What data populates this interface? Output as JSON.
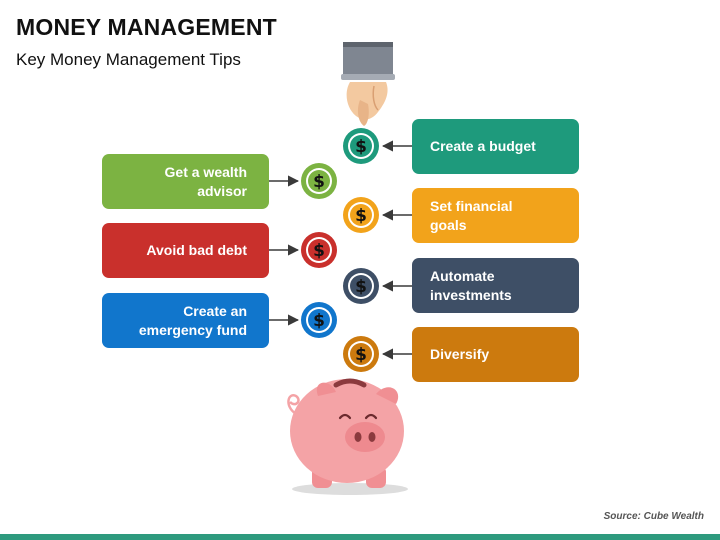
{
  "header": {
    "title": "MONEY MANAGEMENT",
    "subtitle": "Key Money Management Tips"
  },
  "tips": [
    {
      "id": "budget",
      "label": "Create a budget",
      "color": "#1e9a7c",
      "side": "right"
    },
    {
      "id": "advisor",
      "label": "Get a wealth\nadvisor",
      "color": "#7cb342",
      "side": "left"
    },
    {
      "id": "goals",
      "label": "Set financial\ngoals",
      "color": "#f2a31b",
      "side": "right"
    },
    {
      "id": "debt",
      "label": "Avoid bad debt",
      "color": "#c9302c",
      "side": "left"
    },
    {
      "id": "automate",
      "label": "Automate\ninvestments",
      "color": "#3e4f66",
      "side": "right"
    },
    {
      "id": "emergency",
      "label": "Create an\nemergency fund",
      "color": "#1176cc",
      "side": "left"
    },
    {
      "id": "diversify",
      "label": "Diversify",
      "color": "#cc7a0e",
      "side": "right"
    }
  ],
  "coin_symbol": "$",
  "footer": {
    "source": "Source: Cube Wealth"
  },
  "colors": {
    "accent_bar": "#2e9a7e",
    "pig": "#f4a3a6",
    "arrow": "#3a3a3a"
  },
  "icons": [
    "hand-icon",
    "coin-icon",
    "piggy-bank-icon"
  ]
}
